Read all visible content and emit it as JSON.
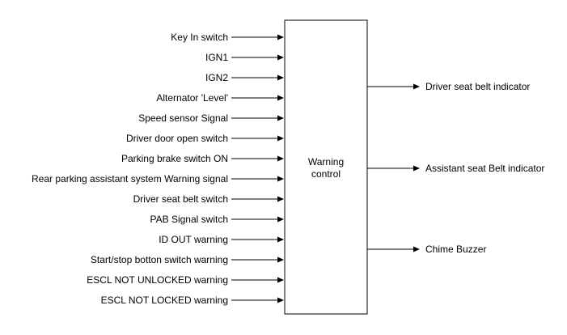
{
  "controller": {
    "line1": "Warning",
    "line2": "control"
  },
  "inputs": [
    "Key In switch",
    "IGN1",
    "IGN2",
    "Alternator 'Level'",
    "Speed sensor Signal",
    "Driver door open switch",
    "Parking brake switch ON",
    "Rear parking assistant system Warning signal",
    "Driver seat belt switch",
    "PAB Signal switch",
    "ID OUT warning",
    "Start/stop botton switch warning",
    "ESCL NOT UNLOCKED warning",
    "ESCL NOT LOCKED warning"
  ],
  "outputs": [
    "Driver seat belt indicator",
    "Assistant seat Belt indicator",
    "Chime Buzzer"
  ]
}
